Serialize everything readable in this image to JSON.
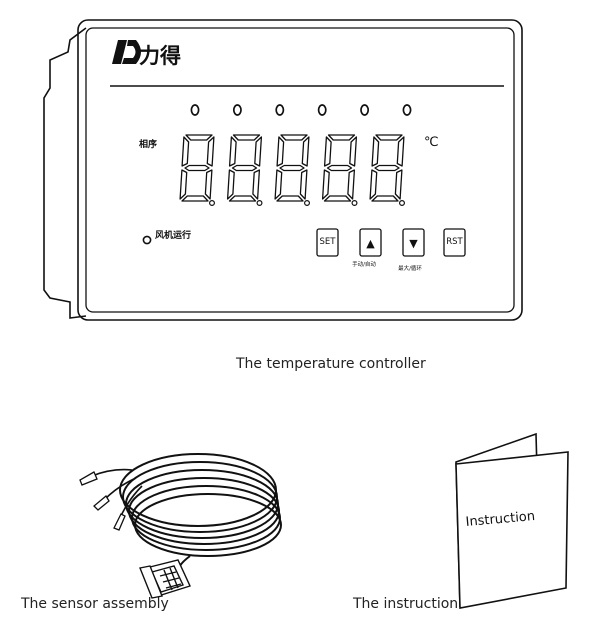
{
  "controller": {
    "brand_text": "力得",
    "phase_label": "相序",
    "unit_label": "℃",
    "fan_label": "风机运行",
    "digit_count": 5,
    "indicator_count": 6,
    "buttons": {
      "set": "SET",
      "rst": "RST",
      "up_glyph": "▲",
      "down_glyph": "▼",
      "up_sublabel": "手动/自动",
      "down_sublabel": "最大/循环"
    },
    "caption": "The temperature controller"
  },
  "sensor": {
    "caption": "The sensor assembly"
  },
  "manual": {
    "cover_text": "Instruction",
    "caption": "The instruction"
  }
}
